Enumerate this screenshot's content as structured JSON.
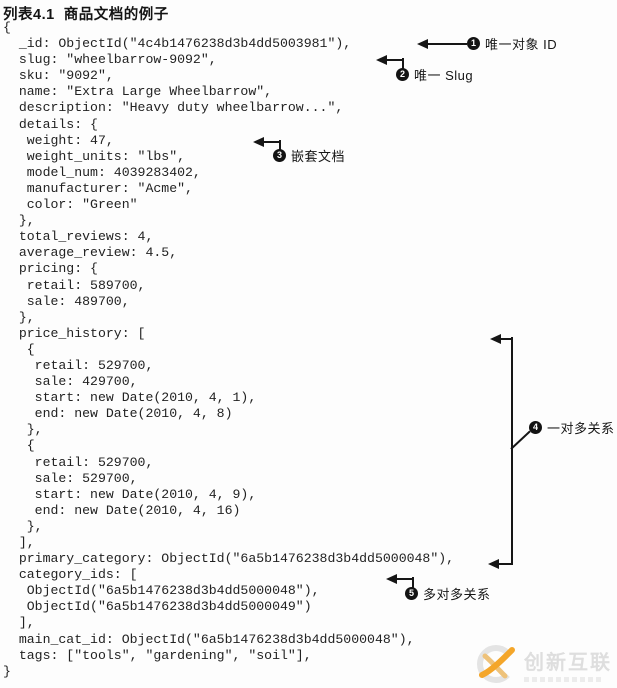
{
  "page": {
    "title": "列表4.1  商品文档的例子"
  },
  "code": {
    "lines": [
      "{",
      "  _id: ObjectId(\"4c4b1476238d3b4dd5003981\"),",
      "  slug: \"wheelbarrow-9092\",",
      "  sku: \"9092\",",
      "  name: \"Extra Large Wheelbarrow\",",
      "  description: \"Heavy duty wheelbarrow...\",",
      "  details: {",
      "   weight: 47,",
      "   weight_units: \"lbs\",",
      "   model_num: 4039283402,",
      "   manufacturer: \"Acme\",",
      "   color: \"Green\"",
      "  },",
      "  total_reviews: 4,",
      "  average_review: 4.5,",
      "  pricing: {",
      "   retail: 589700,",
      "   sale: 489700,",
      "  },",
      "  price_history: [",
      "   {",
      "    retail: 529700,",
      "    sale: 429700,",
      "    start: new Date(2010, 4, 1),",
      "    end: new Date(2010, 4, 8)",
      "   },",
      "   {",
      "    retail: 529700,",
      "    sale: 529700,",
      "    start: new Date(2010, 4, 9),",
      "    end: new Date(2010, 4, 16)",
      "   },",
      "  ],",
      "  primary_category: ObjectId(\"6a5b1476238d3b4dd5000048\"),",
      "  category_ids: [",
      "   ObjectId(\"6a5b1476238d3b4dd5000048\"),",
      "   ObjectId(\"6a5b1476238d3b4dd5000049\")",
      "  ],",
      "  main_cat_id: ObjectId(\"6a5b1476238d3b4dd5000048\"),",
      "  tags: [\"tools\", \"gardening\", \"soil\"],",
      "}"
    ]
  },
  "annotations": [
    {
      "number": "1",
      "label": "唯一对象 ID"
    },
    {
      "number": "2",
      "label": "唯一 Slug"
    },
    {
      "number": "3",
      "label": "嵌套文档"
    },
    {
      "number": "4",
      "label": "一对多关系"
    },
    {
      "number": "5",
      "label": "多对多关系"
    }
  ],
  "watermark": {
    "text": "创新互联"
  },
  "colors": {
    "ink": "#161616",
    "watermark_gray": "#dedede",
    "watermark_orange": "#f4a62a"
  }
}
